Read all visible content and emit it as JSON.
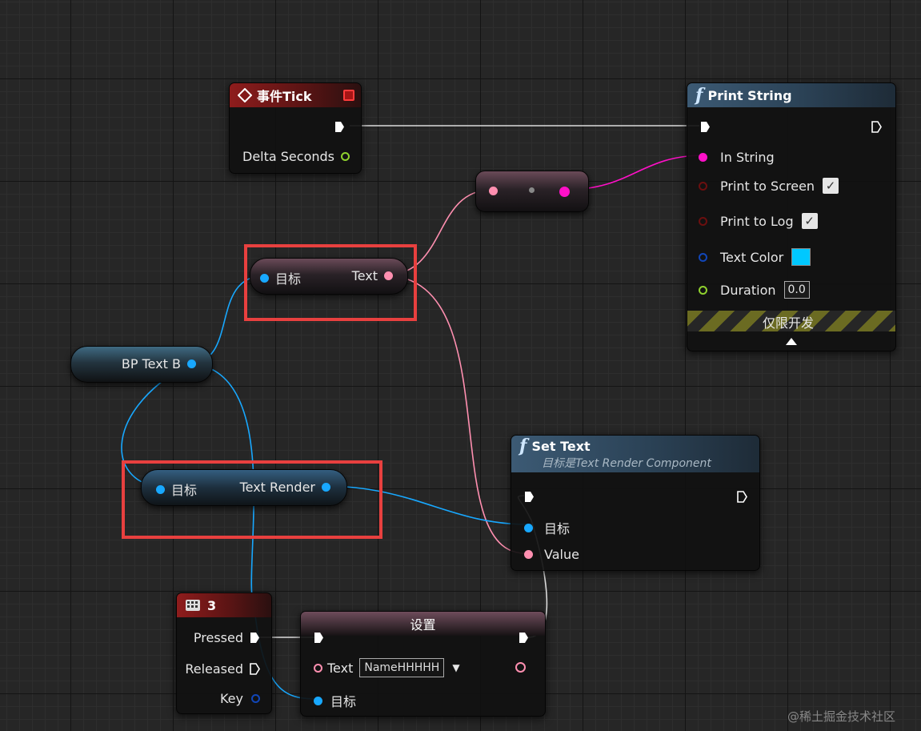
{
  "nodes": {
    "event_tick": {
      "title": "事件Tick",
      "delta_seconds": "Delta Seconds"
    },
    "print_string": {
      "title": "Print String",
      "in_string": "In String",
      "print_to_screen": "Print to Screen",
      "print_to_log": "Print to Log",
      "text_color": "Text Color",
      "duration": "Duration",
      "duration_value": "0.0",
      "dev_only": "仅限开发",
      "text_color_hex": "#00C8FF"
    },
    "get_text": {
      "target": "目标",
      "output": "Text"
    },
    "bp_text_b": {
      "label": "BP Text B"
    },
    "get_text_render": {
      "target": "目标",
      "output": "Text Render"
    },
    "set_text": {
      "title": "Set Text",
      "subtitle": "目标是Text Render Component",
      "target": "目标",
      "value": "Value"
    },
    "key_3": {
      "title": "3",
      "pressed": "Pressed",
      "released": "Released",
      "key": "Key"
    },
    "set_node": {
      "title": "设置",
      "text": "Text",
      "text_value": "NameHHHHH",
      "target": "目标"
    }
  },
  "watermark": "@稀土掘金技术社区",
  "colors": {
    "highlight_red": "#E8403F",
    "text_pin": "#FF8FB0",
    "string_pin": "#FF10C8",
    "object_pin": "#18A8FF",
    "float_pin": "#8FD12E"
  }
}
